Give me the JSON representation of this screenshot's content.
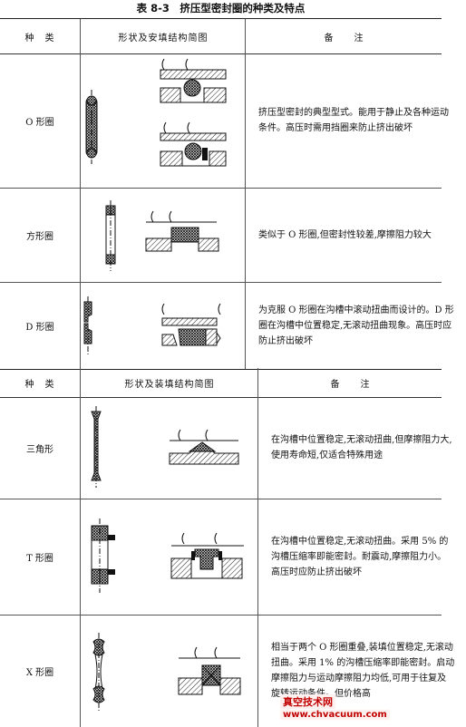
{
  "title": "表 8-3　挤压型密封圈的种类及特点",
  "header": {
    "kind": "种　类",
    "figure": "形状及安填结构简图",
    "note": "备　　注"
  },
  "header2": {
    "kind": "种　类",
    "figure": "形状及装填结构简图",
    "note": "备　　注"
  },
  "rows": [
    {
      "name": "O 形圈",
      "note": "挤压型密封的典型型式。能用于静止及各种运动条件。高压时需用挡圈来防止挤出破坏",
      "figure_icon": "o-ring-diagram"
    },
    {
      "name": "方形圈",
      "note": "类似于 O 形圈,但密封性较差,摩擦阻力较大",
      "figure_icon": "square-ring-diagram"
    },
    {
      "name": "D 形圈",
      "note": "为克服 O 形圈在沟槽中滚动扭曲而设计的。D 形圈在沟槽中位置稳定,无滚动扭曲现象。高压时应防止挤出破坏",
      "figure_icon": "d-ring-diagram"
    }
  ],
  "rows2": [
    {
      "name": "三角形",
      "note": "在沟槽中位置稳定,无滚动扭曲,但摩擦阻力大,使用寿命短,仅适合特殊用途",
      "figure_icon": "triangle-ring-diagram"
    },
    {
      "name": "T 形圈",
      "note": "在沟槽中位置稳定,无滚动扭曲。采用 5% 的沟槽压缩率即能密封。耐震动,摩擦阻力小。高压时应防止挤出破坏",
      "figure_icon": "t-ring-diagram"
    },
    {
      "name": "X 形圈",
      "note": "相当于两个 O 形圈重叠,装填位置稳定,无滚动扭曲。采用 1% 的沟槽压缩率即能密封。启动摩擦阻力与运动摩擦阻力均低,可用于往复及旋转运动条件。但价格高",
      "figure_icon": "x-ring-diagram"
    }
  ],
  "watermark": {
    "line1": "真空技术网",
    "line2": "www.chvacuum.com"
  }
}
